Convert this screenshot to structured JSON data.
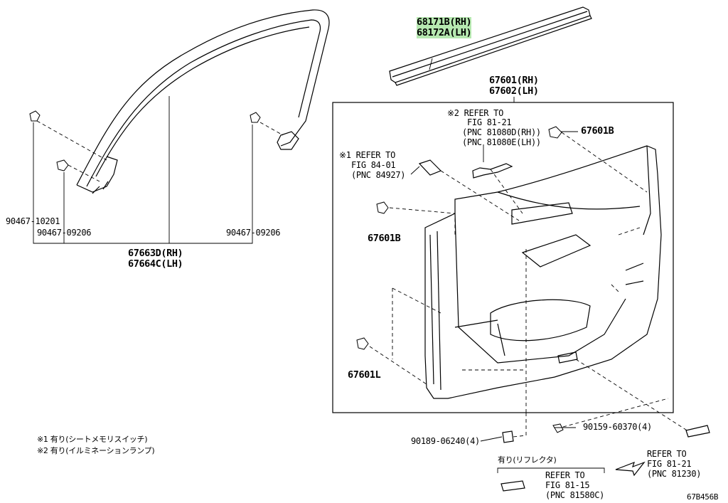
{
  "diagram_code": "67B456B",
  "parts": {
    "belt_moulding_rh": "68171B(RH)",
    "belt_moulding_lh": "68172A(LH)",
    "trim_board_rh": "67601(RH)",
    "trim_board_lh": "67602(LH)",
    "clip_top_right": "67601B",
    "clip_left": "67601B",
    "clip_bottom": "67601L",
    "frame_garnish_rh": "67663D(RH)",
    "frame_garnish_lh": "67664C(LH)",
    "clip_a": "90467-10201",
    "clip_b": "90467-09206",
    "clip_c": "90467-09206",
    "screw": "90159-60370(4)",
    "cover": "90189-06240(4)"
  },
  "refs": {
    "r2_l1": "※2 REFER TO",
    "r2_l2": "FIG 81-21",
    "r2_l3": "(PNC 81080D(RH))",
    "r2_l4": "(PNC 81080E(LH))",
    "r1_l1": "※1 REFER TO",
    "r1_l2": "FIG 84-01",
    "r1_l3": "(PNC 84927)",
    "rb_l1": "REFER TO",
    "rb_l2": "FIG 81-21",
    "rb_l3": "(PNC 81230)",
    "rc_l1": "REFER TO",
    "rc_l2": "FIG 81-15",
    "rc_l3": "(PNC 81580C)",
    "reflector_label": "有り(リフレクタ)"
  },
  "notes": {
    "n1": "※1 有り(シートメモリスイッチ)",
    "n2": "※2 有り(イルミネーションランプ)"
  },
  "highlight_color": "#b6e8b0"
}
